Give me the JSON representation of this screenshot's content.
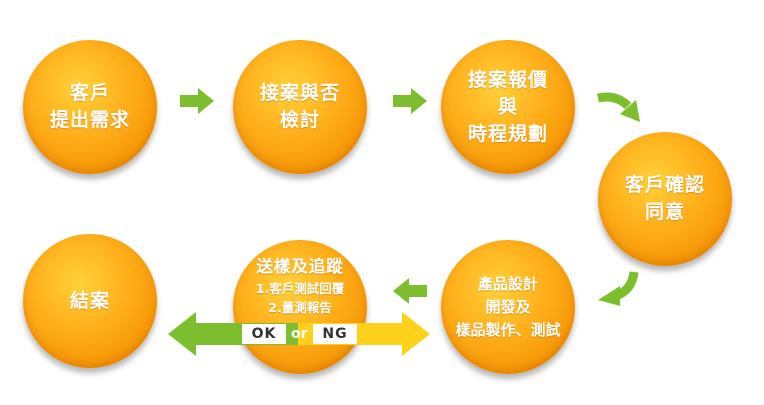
{
  "nodes": {
    "customer_request": {
      "line1": "客戶",
      "line2": "提出需求"
    },
    "evaluate": {
      "line1": "接案與否",
      "line2": "檢討"
    },
    "quote": {
      "line1": "接案報價",
      "line2": "與",
      "line3": "時程規劃"
    },
    "confirm": {
      "line1": "客戶確認",
      "line2": "同意"
    },
    "design": {
      "line1": "產品設計",
      "line2": "開發及",
      "line3": "樣品製作、測試"
    },
    "sample": {
      "title": "送樣及追蹤",
      "item1": "1.客戶測試回覆",
      "item2": "2.量測報告"
    },
    "close": {
      "line1": "結案"
    }
  },
  "decision": {
    "ok": "OK",
    "or": "or",
    "ng": "NG"
  },
  "colors": {
    "node": "#f7a30f",
    "arrow_green": "#7dbe2e",
    "arrow_yellow": "#ffd11a"
  }
}
